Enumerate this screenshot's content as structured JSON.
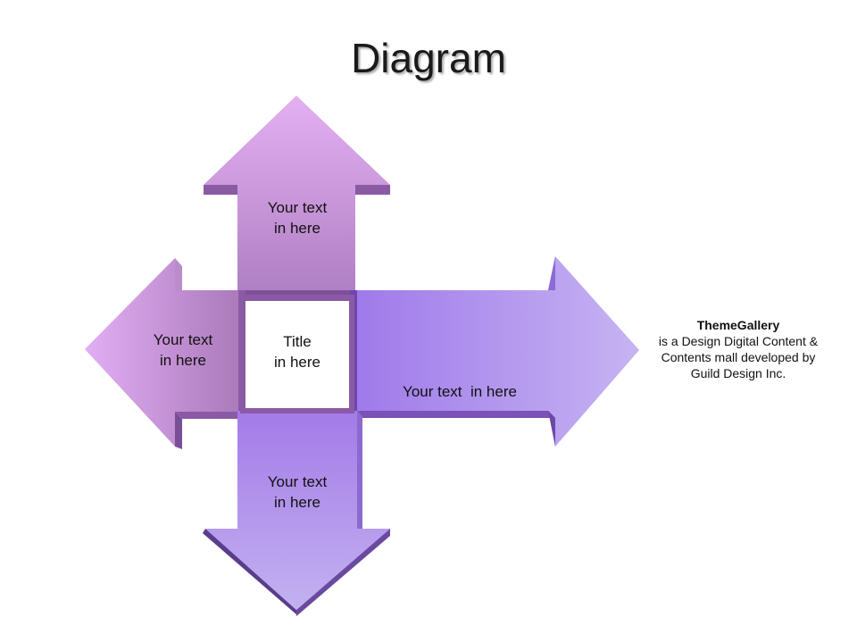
{
  "slide": {
    "title": "Diagram"
  },
  "arrows": {
    "up": {
      "line1": "Your text",
      "line2": "in here"
    },
    "left": {
      "line1": "Your text",
      "line2": "in here"
    },
    "right": {
      "line1": "Your text  in here"
    },
    "down": {
      "line1": "Your text",
      "line2": "in here"
    }
  },
  "center": {
    "line1": "Title",
    "line2": "in here"
  },
  "info": {
    "brand": "ThemeGallery",
    "line1": "is a Design Digital Content &",
    "line2": "Contents mall developed by",
    "line3": "Guild Design Inc."
  },
  "colors": {
    "up_top": "#e4b0f2",
    "up_bottom": "#b080c4",
    "left_light": "#e2aef4",
    "left_dark": "#a878b8",
    "right_left": "#9f7aea",
    "right_right": "#c6b4f2",
    "down_top": "#a47ae8",
    "down_bottom": "#c2b2f0",
    "edge_dark": "#7a4e96"
  }
}
